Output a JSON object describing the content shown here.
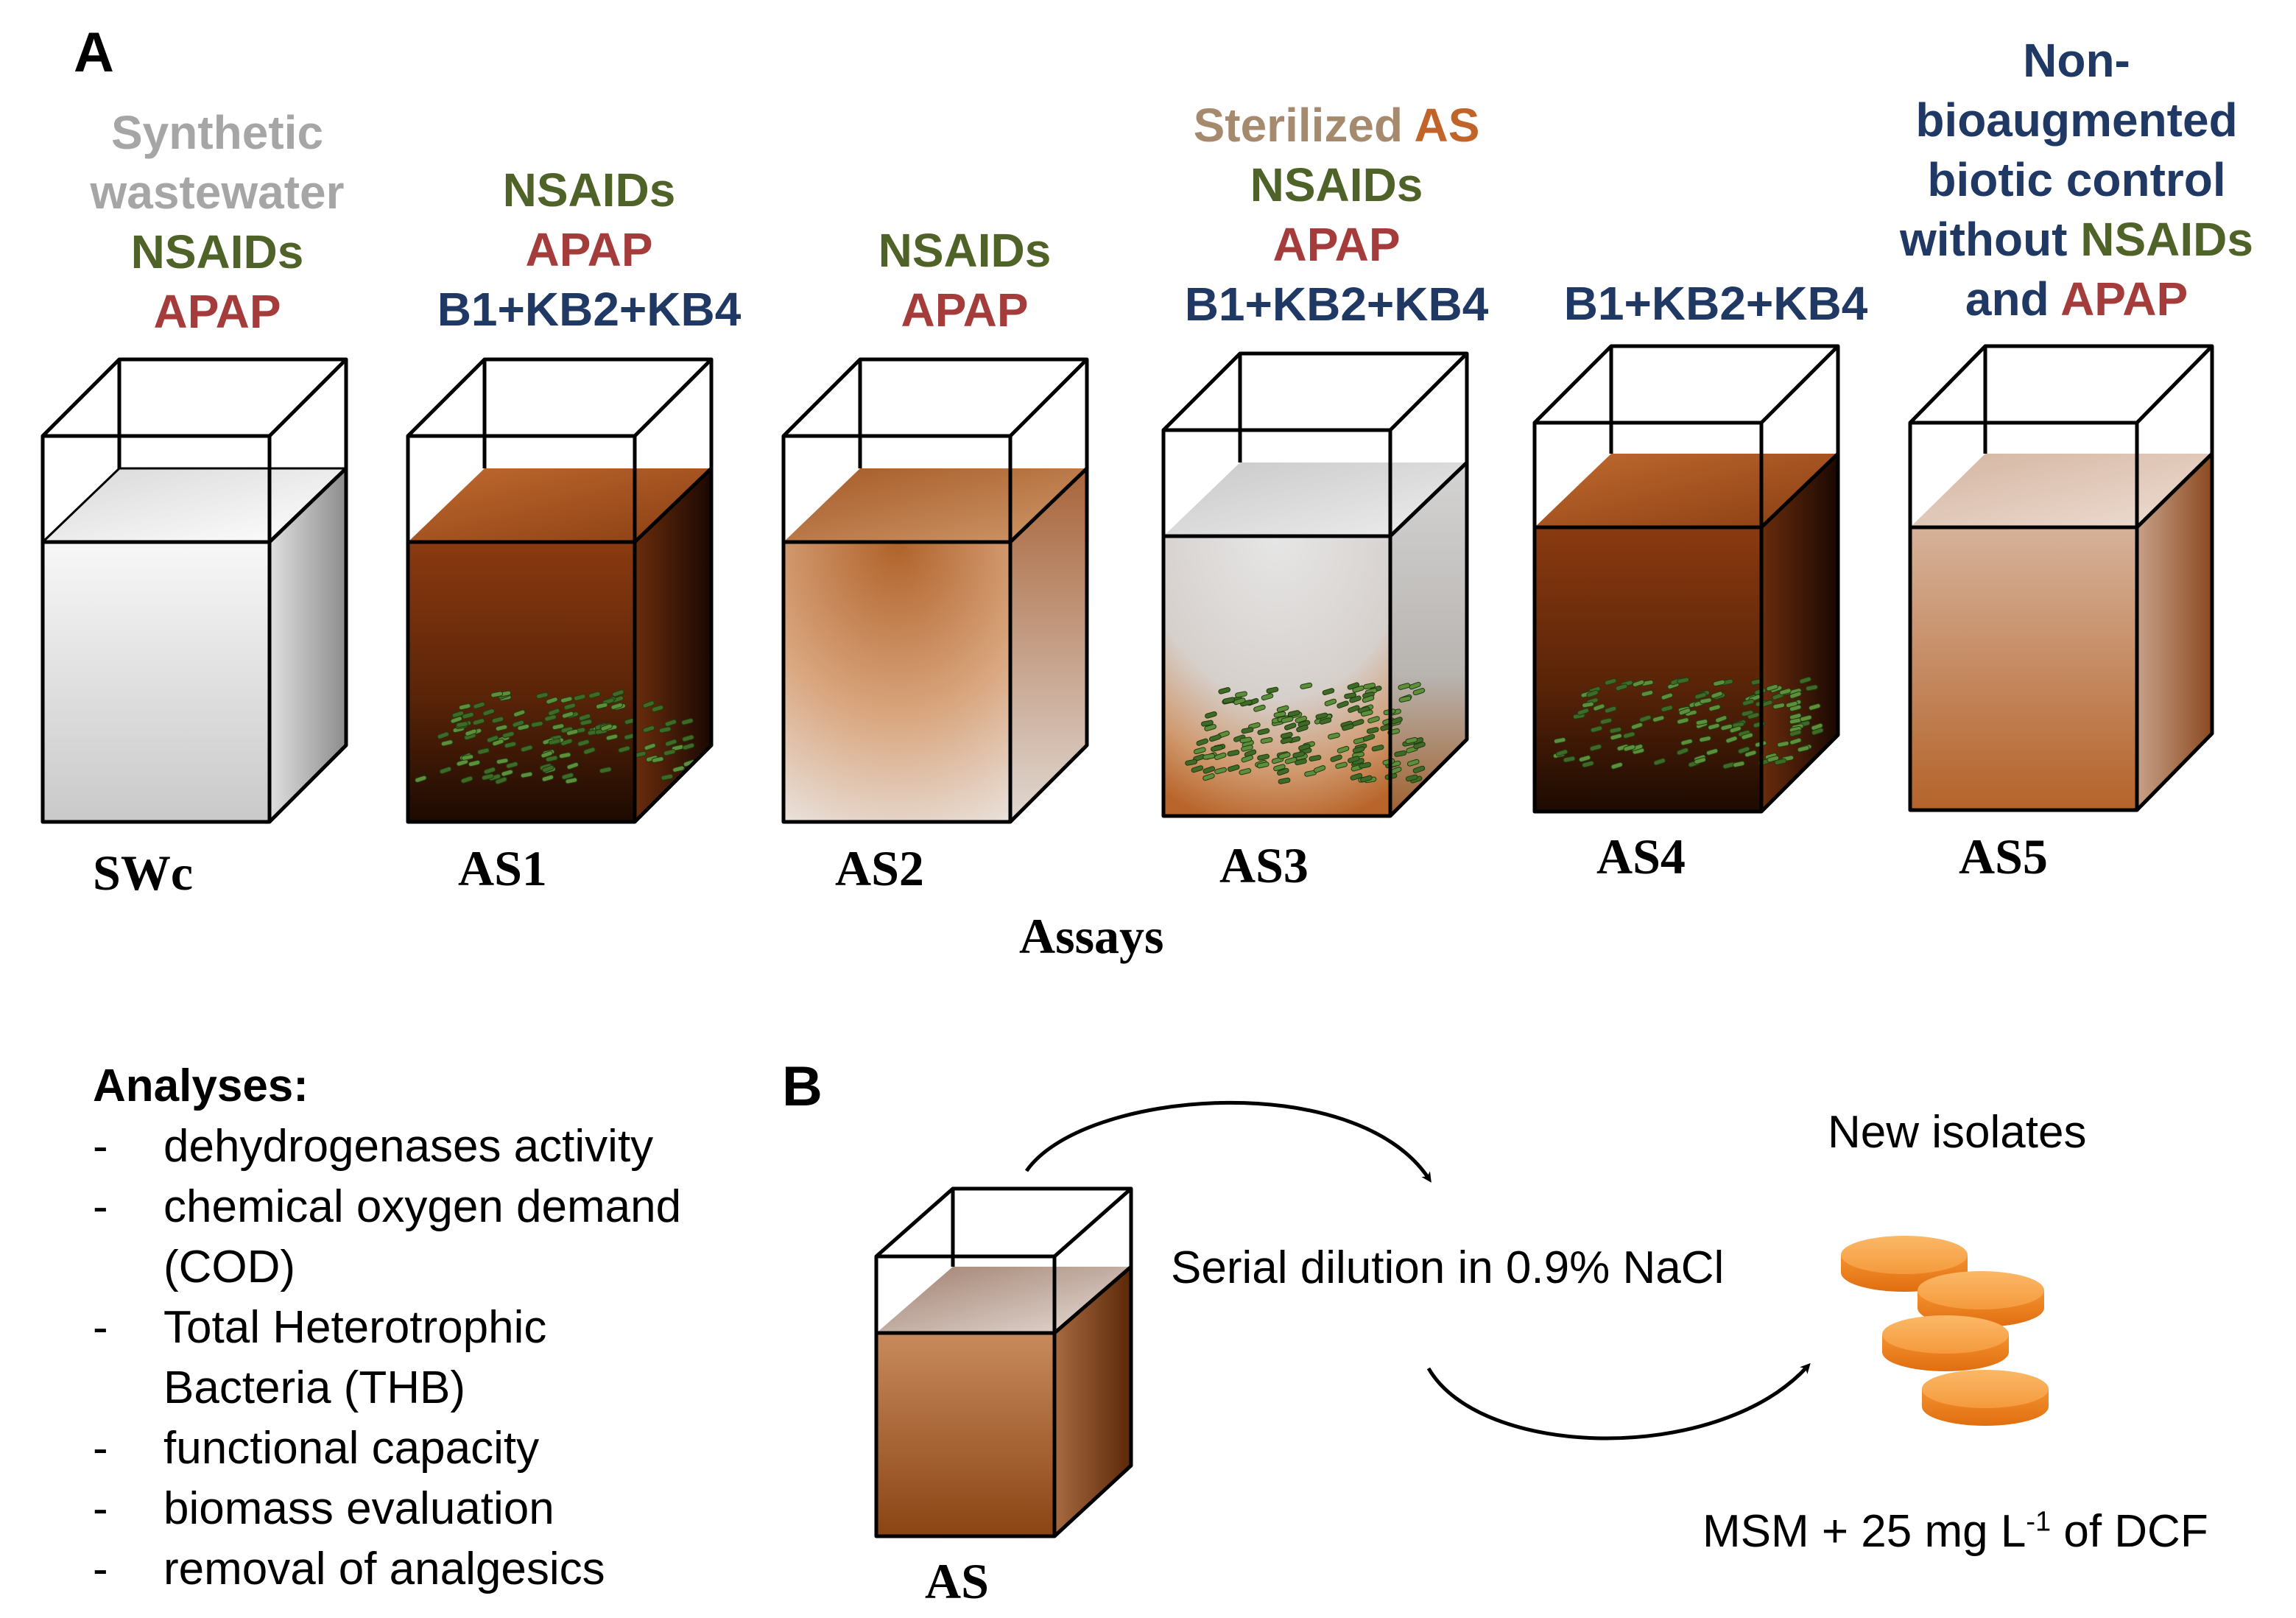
{
  "panel_a": {
    "label": "A",
    "assays_label": "Assays",
    "texts": {
      "swc_1": "Synthetic",
      "swc_2": "wastewater",
      "swc_3": "NSAIDs",
      "swc_4": "APAP",
      "as1_1": "NSAIDs",
      "as1_2": "APAP",
      "as1_3": "B1+KB2+KB4",
      "as2_1": "NSAIDs",
      "as2_2": "APAP",
      "as3_1a": "Sterilized",
      "as3_1b": "AS",
      "as3_2": "NSAIDs",
      "as3_3": "APAP",
      "as3_4": "B1+KB2+KB4",
      "as4_1": "B1+KB2+KB4",
      "as5_1": "Non-",
      "as5_2": "bioaugmented",
      "as5_3": "biotic control",
      "as5_4a": "without",
      "as5_4b": "NSAIDs",
      "as5_5a": "and",
      "as5_5b": "APAP"
    },
    "containers": {
      "swc": "SWc",
      "as1": "AS1",
      "as2": "AS2",
      "as3": "AS3",
      "as4": "AS4",
      "as5": "AS5"
    }
  },
  "analyses": {
    "title": "Analyses:",
    "bullet": "-",
    "line1": "dehydrogenases activity",
    "line2": "chemical oxygen demand",
    "line3": "(COD)",
    "line4": "Total Heterotrophic",
    "line5": "Bacteria (THB)",
    "line6": "functional capacity",
    "line7": "biomass evaluation",
    "line8": "removal of analgesics"
  },
  "panel_b": {
    "label": "B",
    "container_label": "AS",
    "dilution_text": "Serial dilution in 0.9% NaCl",
    "isolates_label": "New isolates",
    "medium_part1": "MSM + 25 mg L",
    "medium_sup": "-1",
    "medium_part2": " of DCF"
  },
  "colors": {
    "gray_text": "#a6a6a6",
    "green_text": "#4f6228",
    "red_text": "#a33c3a",
    "blue_text": "#1f3864",
    "brown_text": "#c0642a",
    "brown_dark": "#4a1e08",
    "brown_mid": "#a0521e",
    "bacteria": "#5a8a3a",
    "disc": "#f08a24"
  }
}
